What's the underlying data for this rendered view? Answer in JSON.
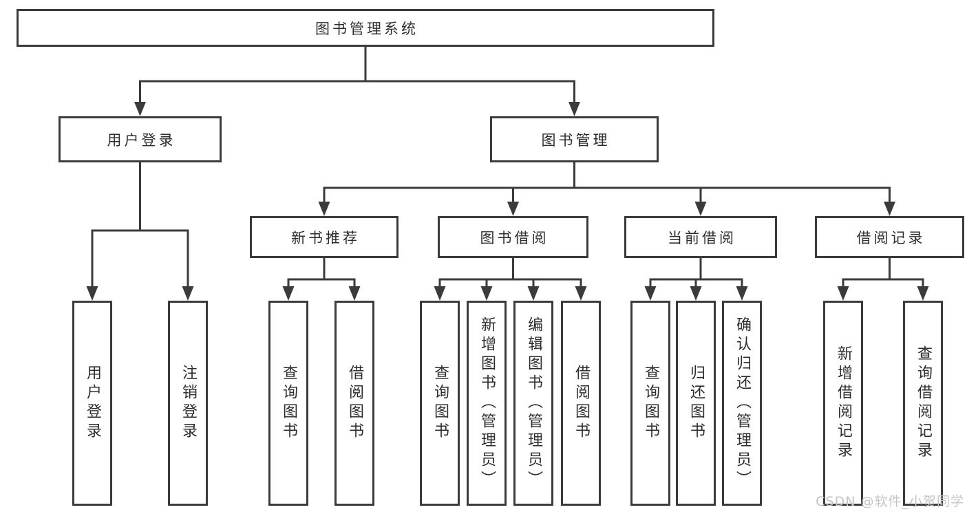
{
  "tree": {
    "root": {
      "label": "图书管理系统"
    },
    "branches": [
      {
        "label": "用户登录",
        "children": [
          {
            "label": "用户登录"
          },
          {
            "label": "注销登录"
          }
        ]
      },
      {
        "label": "图书管理",
        "children": [
          {
            "label": "新书推荐",
            "children": [
              {
                "label": "查询图书"
              },
              {
                "label": "借阅图书"
              }
            ]
          },
          {
            "label": "图书借阅",
            "children": [
              {
                "label": "查询图书"
              },
              {
                "label": "新增图书（管理员）"
              },
              {
                "label": "编辑图书（管理员）"
              },
              {
                "label": "借阅图书"
              }
            ]
          },
          {
            "label": "当前借阅",
            "children": [
              {
                "label": "查询图书"
              },
              {
                "label": "归还图书"
              },
              {
                "label": "确认归还（管理员）"
              }
            ]
          },
          {
            "label": "借阅记录",
            "children": [
              {
                "label": "新增借阅记录"
              },
              {
                "label": "查询借阅记录"
              }
            ]
          }
        ]
      }
    ]
  },
  "watermark": {
    "label": "CSDN @软件_小贺同学"
  },
  "colors": {
    "line": "#3b3b3b",
    "box_border": "#3b3b3b",
    "text": "#2d2d2d",
    "watermark": "#c4c4c4",
    "background": "#ffffff"
  }
}
